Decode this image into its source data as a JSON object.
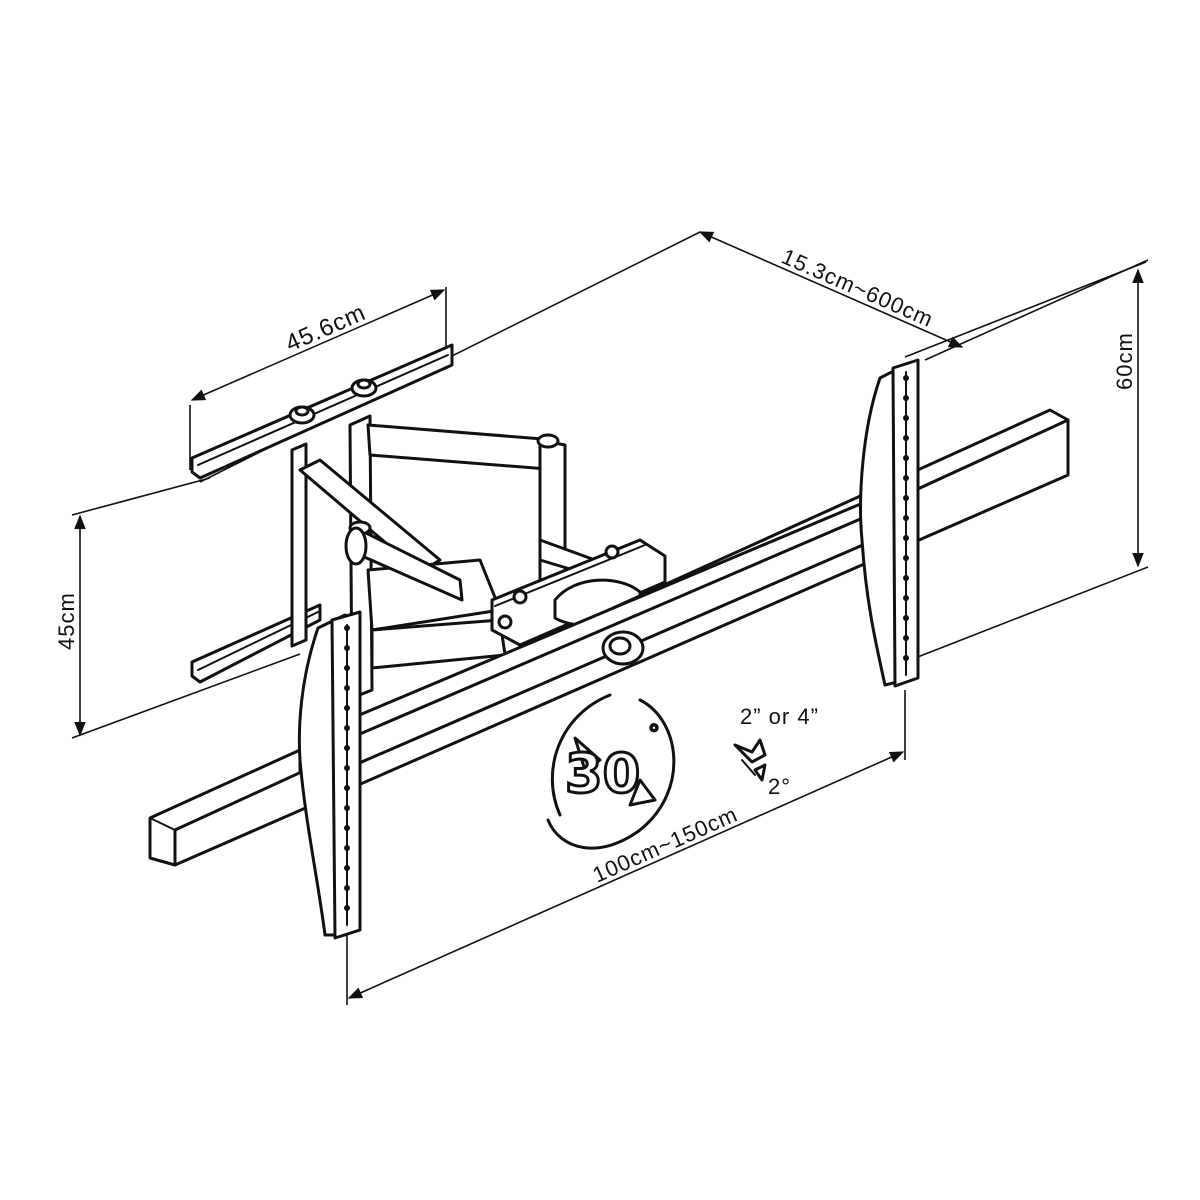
{
  "dimensions": {
    "arm_plate_width": "45.6cm",
    "extension_range": "15.3cm~600cm",
    "bracket_height": "60cm",
    "mount_height": "45cm",
    "bracket_spacing": "100cm~150cm"
  },
  "rotation": {
    "value": "30",
    "unit": "°"
  },
  "tilt": {
    "tube_size": "2” or 4”",
    "angle": "2°"
  },
  "colors": {
    "line": "#111111",
    "background": "#ffffff"
  }
}
